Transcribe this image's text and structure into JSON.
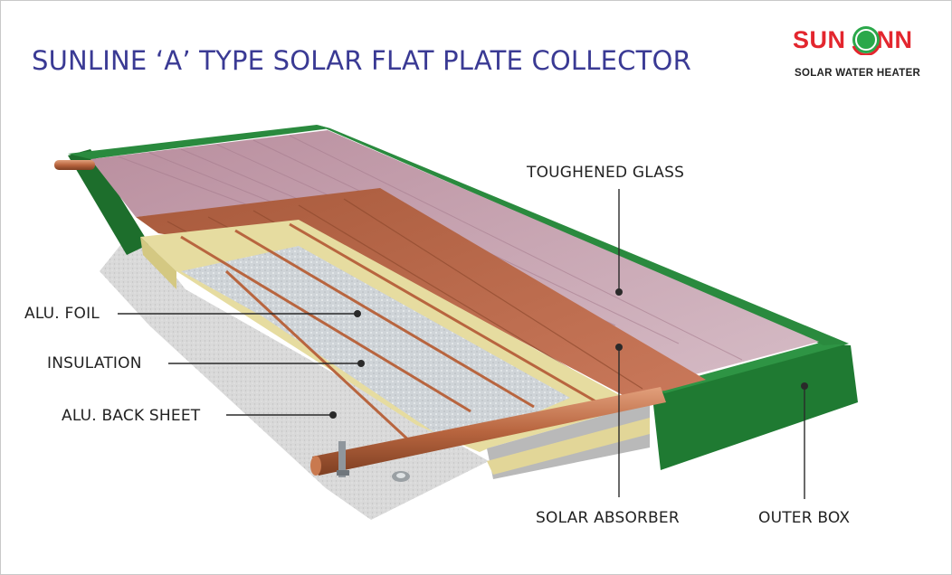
{
  "title": "SUNLINE ‘A’ TYPE SOLAR FLAT PLATE COLLECTOR",
  "logo": {
    "brand_part1": "SUN",
    "brand_part2": "NN",
    "tagline": "SOLAR WATER HEATER",
    "icon": "sun-ring-icon",
    "colors": {
      "red": "#e3262e",
      "green": "#2aa84a"
    }
  },
  "labels": {
    "toughened_glass": "TOUGHENED GLASS",
    "alu_foil": "ALU. FOIL",
    "insulation": "INSULATION",
    "alu_back_sheet": "ALU. BACK SHEET",
    "solar_absorber": "SOLAR ABSORBER",
    "outer_box": "OUTER BOX"
  },
  "colors": {
    "title": "#3a3a94",
    "frame_green": "#1f7a32",
    "absorber_copper": "#b8664a",
    "glass": "#c9a6b4",
    "insulation": "#e6dca0",
    "foil": "#cfd4d8",
    "back_sheet": "#d8d8d8"
  }
}
